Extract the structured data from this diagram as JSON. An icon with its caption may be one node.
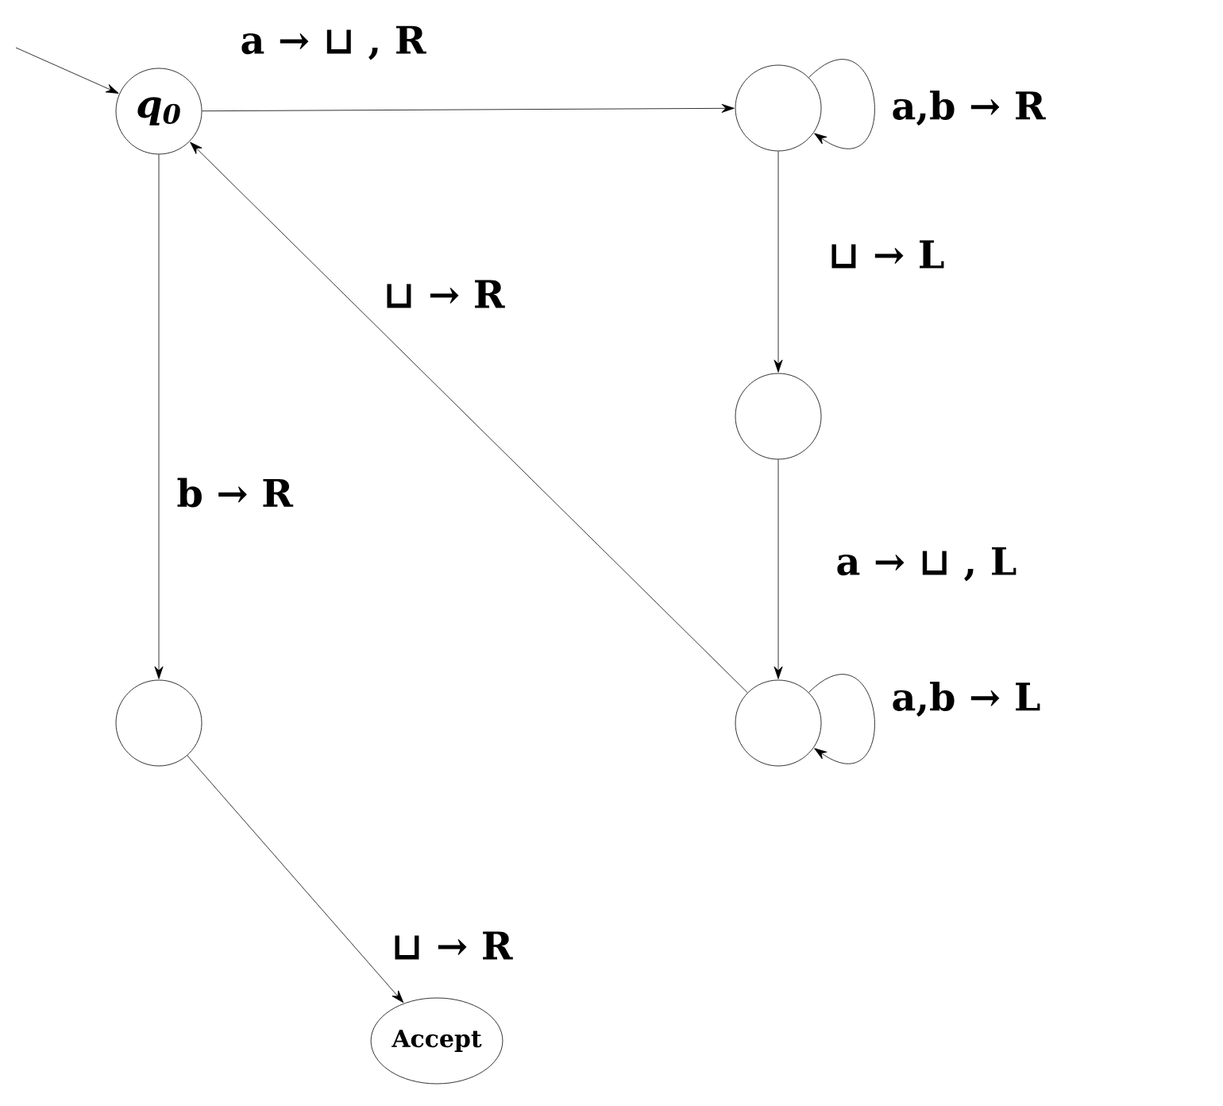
{
  "diagram": {
    "nodes": [
      {
        "text": [
          "q$_{0}$"
        ]
      },
      {
        "text": [],
        "shape": "circle"
      },
      {
        "text": [],
        "shape": "circle"
      },
      {
        "text": [],
        "shape": "circle"
      },
      {
        "text": [],
        "shape": "circle"
      },
      {
        "text": [
          "Accept"
        ]
      }
    ],
    "edges": [
      {
        "from": null,
        "to": 0,
        "arrow": "to"
      },
      {
        "from": 0,
        "to": 1,
        "arrow": "to",
        "label": "a → ⊔ , R"
      },
      {
        "from": 1,
        "to": 1,
        "arrow": "to",
        "label": "a,b → R"
      },
      {
        "from": 1,
        "to": 2,
        "arrow": "to",
        "label": "⊔ → L"
      },
      {
        "from": 2,
        "to": 3,
        "arrow": "to",
        "label": "a → ⊔ , L"
      },
      {
        "from": 3,
        "to": 3,
        "arrow": "to",
        "label": "a,b → L"
      },
      {
        "from": 3,
        "to": 0,
        "arrow": "to",
        "label": "⊔ → R"
      },
      {
        "from": 0,
        "to": 4,
        "arrow": "to",
        "label": "b → R"
      },
      {
        "from": 4,
        "to": 5,
        "arrow": "to",
        "label": "⊔ → R"
      }
    ]
  }
}
